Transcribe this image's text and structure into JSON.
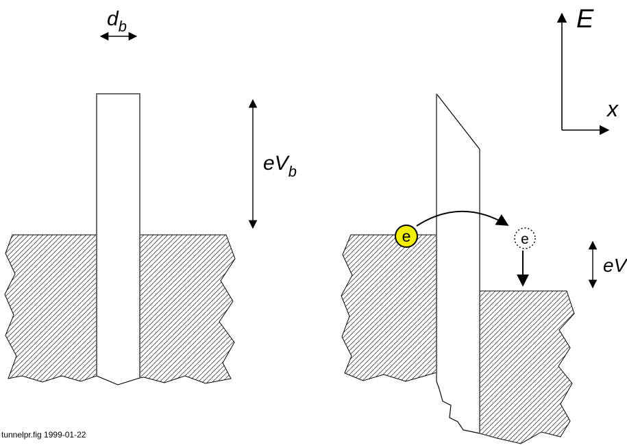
{
  "figure": {
    "title": "tunnel-barrier-energy-diagram",
    "footer": "tunnelpr.fig 1999-01-22"
  },
  "axes": {
    "vertical_label": "E",
    "horizontal_label": "x"
  },
  "left_panel": {
    "width_label": {
      "main": "d",
      "sub": "b"
    },
    "height_label": {
      "main": "eV",
      "sub": "b"
    }
  },
  "right_panel": {
    "electron_label": "e",
    "tunneled_electron_label": "e",
    "bias_label": "eV"
  },
  "colors": {
    "electron_fill": "#f2ee0c",
    "barrier_edge": "#6b6b6b",
    "outline": "#000000",
    "hatch_line": "#3a3a3a",
    "background": "#ffffff"
  }
}
